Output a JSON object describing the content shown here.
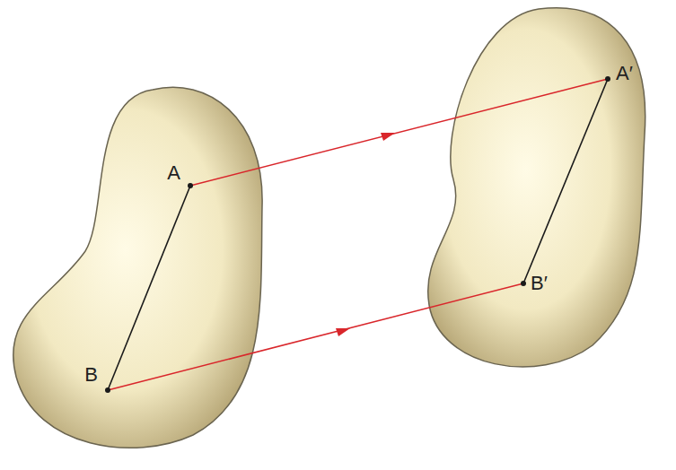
{
  "diagram": {
    "labels": [
      "A",
      "B",
      "A′",
      "B′"
    ]
  }
}
